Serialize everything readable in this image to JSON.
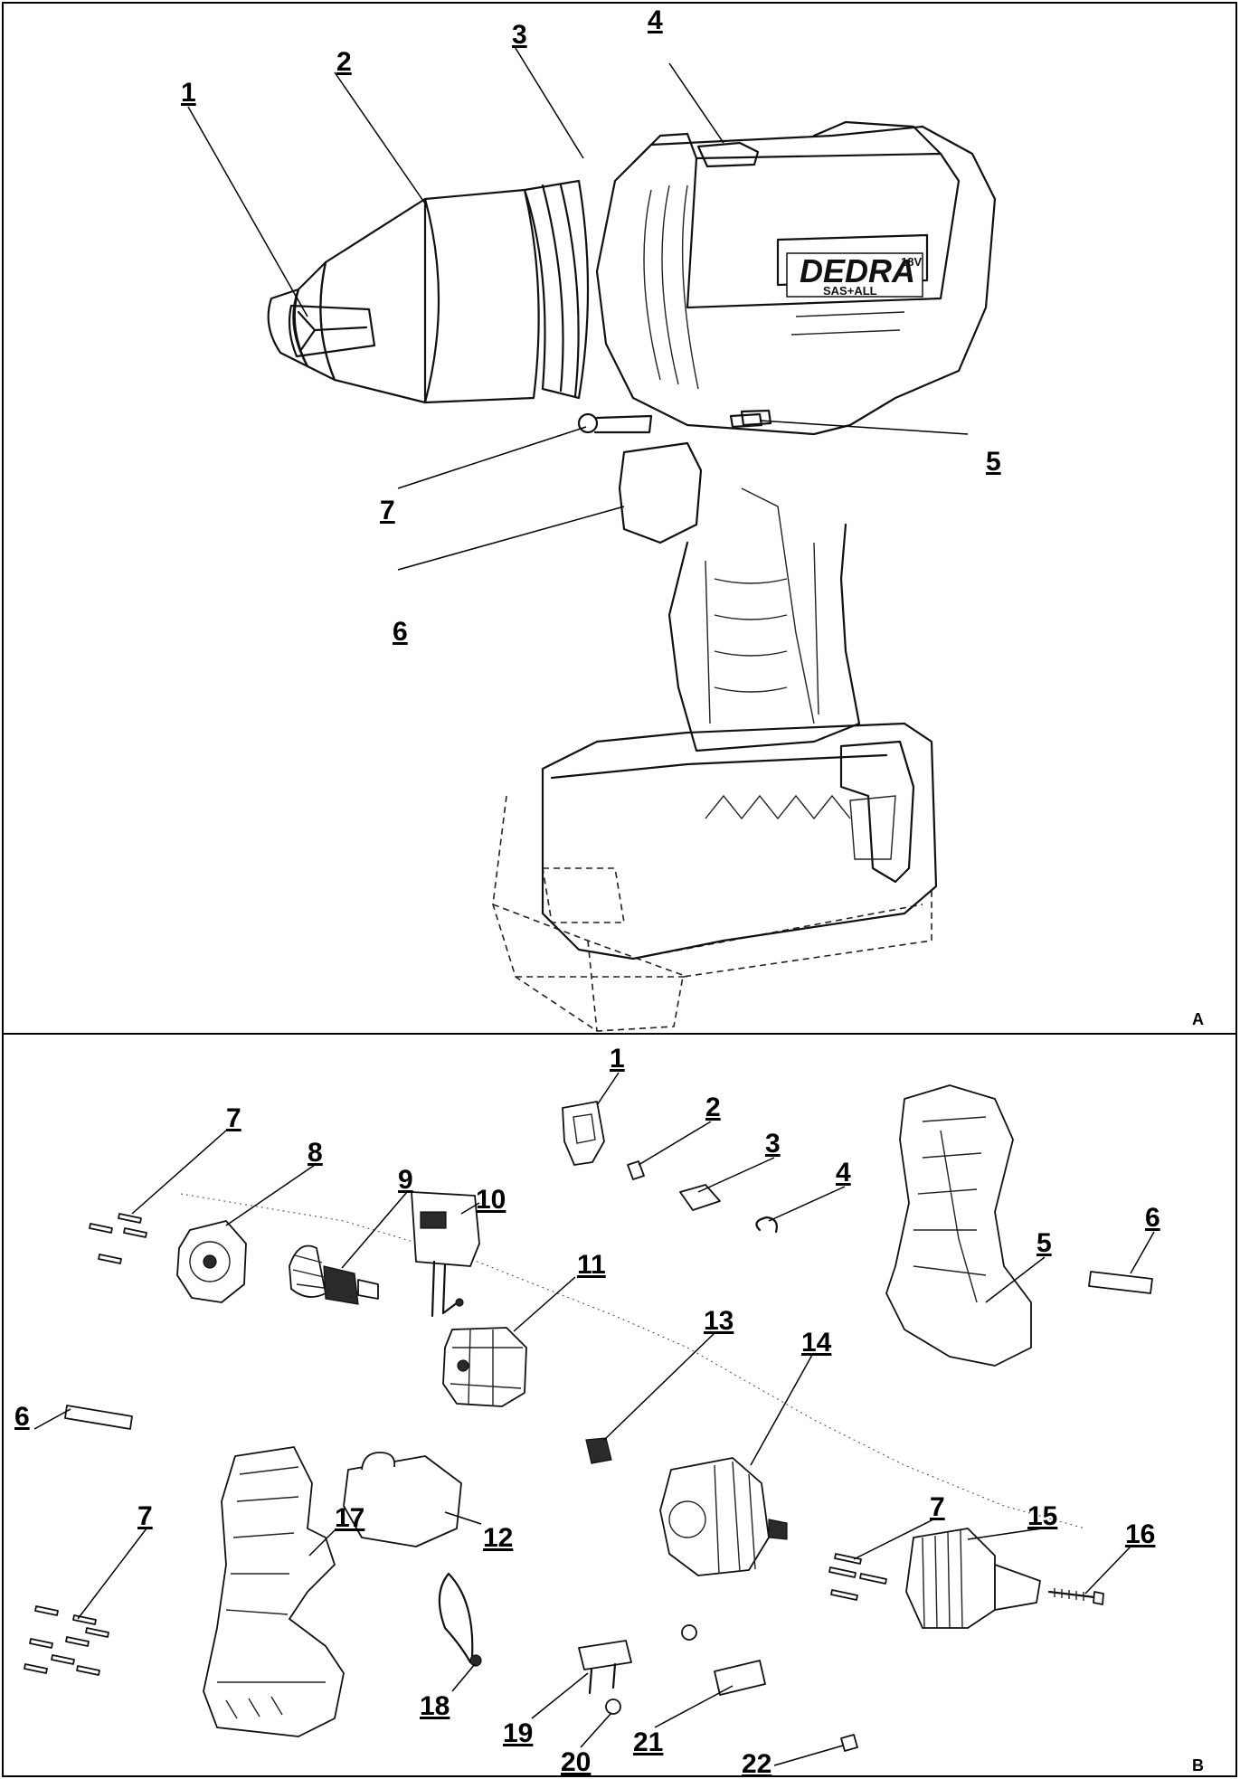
{
  "panel_a": {
    "letter": "A",
    "logo": {
      "brand": "DEDRA",
      "voltage": "18V",
      "system": "SAS+ALL"
    },
    "callouts": [
      {
        "id": "a1",
        "label": "1"
      },
      {
        "id": "a2",
        "label": "2"
      },
      {
        "id": "a3",
        "label": "3"
      },
      {
        "id": "a4",
        "label": "4"
      },
      {
        "id": "a5",
        "label": "5"
      },
      {
        "id": "a6",
        "label": "6"
      },
      {
        "id": "a7",
        "label": "7"
      }
    ]
  },
  "panel_b": {
    "letter": "B",
    "callouts": [
      {
        "id": "b1",
        "label": "1"
      },
      {
        "id": "b2",
        "label": "2"
      },
      {
        "id": "b3",
        "label": "3"
      },
      {
        "id": "b4",
        "label": "4"
      },
      {
        "id": "b5",
        "label": "5"
      },
      {
        "id": "b6a",
        "label": "6"
      },
      {
        "id": "b6b",
        "label": "6"
      },
      {
        "id": "b7a",
        "label": "7"
      },
      {
        "id": "b7b",
        "label": "7"
      },
      {
        "id": "b7c",
        "label": "7"
      },
      {
        "id": "b8",
        "label": "8"
      },
      {
        "id": "b9",
        "label": "9"
      },
      {
        "id": "b10",
        "label": "10"
      },
      {
        "id": "b11",
        "label": "11"
      },
      {
        "id": "b12",
        "label": "12"
      },
      {
        "id": "b13",
        "label": "13"
      },
      {
        "id": "b14",
        "label": "14"
      },
      {
        "id": "b15",
        "label": "15"
      },
      {
        "id": "b16",
        "label": "16"
      },
      {
        "id": "b17",
        "label": "17"
      },
      {
        "id": "b18",
        "label": "18"
      },
      {
        "id": "b19",
        "label": "19"
      },
      {
        "id": "b20",
        "label": "20"
      },
      {
        "id": "b21",
        "label": "21"
      },
      {
        "id": "b22",
        "label": "22"
      }
    ]
  }
}
